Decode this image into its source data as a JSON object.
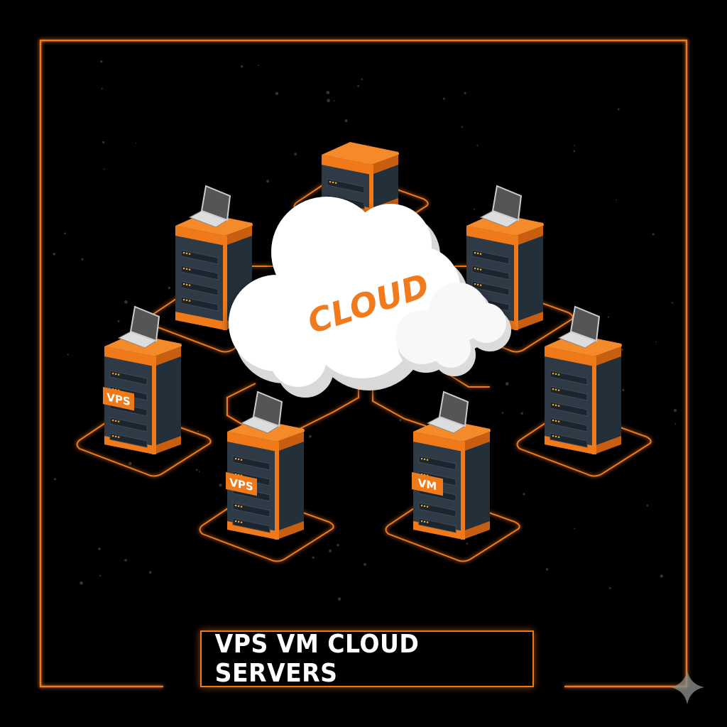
{
  "title": "VPS VM CLOUD SERVERS",
  "cloud_label": "CLOUD",
  "servers": [
    {
      "name": "server-top-center",
      "laptop": false,
      "tag": null
    },
    {
      "name": "server-left-upper",
      "laptop": true,
      "tag": null
    },
    {
      "name": "server-right-upper",
      "laptop": true,
      "tag": null
    },
    {
      "name": "server-left-middle",
      "laptop": true,
      "tag": "VPS"
    },
    {
      "name": "server-right-middle",
      "laptop": true,
      "tag": null
    },
    {
      "name": "server-bottom-left",
      "laptop": true,
      "tag": "VPS"
    },
    {
      "name": "server-bottom-right",
      "laptop": true,
      "tag": "VM"
    }
  ],
  "colors": {
    "accent": "#f07a1a",
    "server_body": "#2f3a47",
    "cloud": "#ffffff",
    "background": "#000000"
  },
  "icons": {
    "corner": "sparkle-icon"
  }
}
